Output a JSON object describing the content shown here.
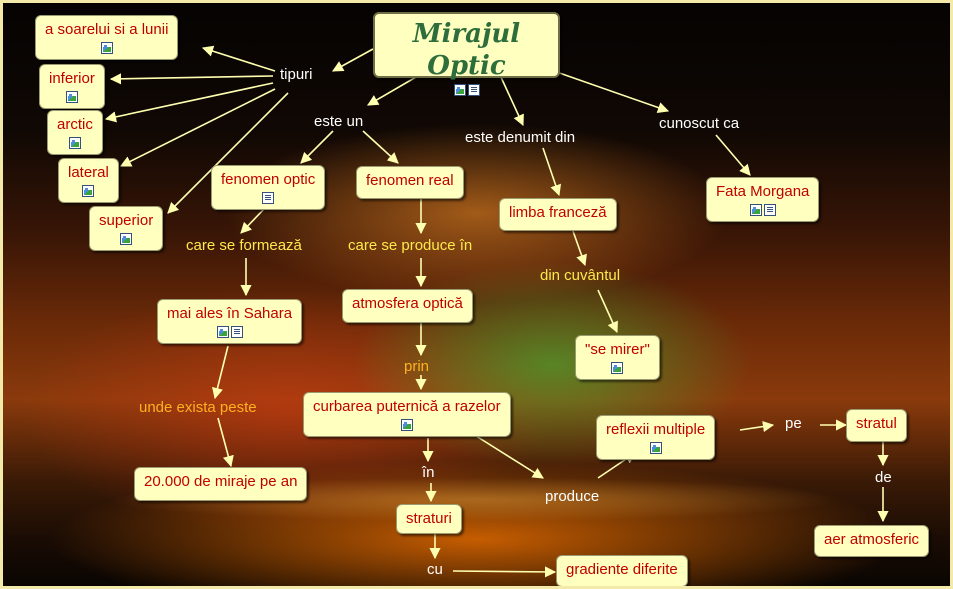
{
  "title": "Mirajul Optic",
  "concepts": {
    "soare_luna": "a soarelui si a lunii",
    "inferior": "inferior",
    "arctic": "arctic",
    "lateral": "lateral",
    "superior": "superior",
    "fenomen_optic": "fenomen optic",
    "fenomen_real": "fenomen real",
    "limba_franceza": "limba franceză",
    "fata_morgana": "Fata Morgana",
    "sahara": "mai ales în Sahara",
    "atmosfera": "atmosfera optică",
    "se_mirer": "\"se mirer\"",
    "curbarea": "curbarea puternică a razelor",
    "reflexii": "reflexii multiple",
    "stratul": "stratul",
    "miraje": "20.000 de miraje pe an",
    "straturi": "straturi",
    "gradiente": "gradiente diferite",
    "aer": "aer atmosferic"
  },
  "links": {
    "tipuri": "tipuri",
    "este_un": "este un",
    "este_denumit_din": "este denumit din",
    "cunoscut_ca": "cunoscut ca",
    "care_se_formeaza": "care se formează",
    "care_se_produce_in": "care se produce în",
    "din_cuvantul": "din cuvântul",
    "prin": "prin",
    "unde_exista_peste": "unde exista peste",
    "pe": "pe",
    "de": "de",
    "in": "în",
    "produce": "produce",
    "cu": "cu"
  },
  "icons": {
    "image": "image-resource-icon",
    "document": "document-resource-icon"
  },
  "colors": {
    "node_fill": "#ffffc0",
    "node_text": "#c00000",
    "title_text": "#2e6e3c",
    "link_white": "#ffffff",
    "link_yellow": "#ffe94a",
    "link_orange": "#ffb020",
    "arrow": "#ffffb0",
    "frame": "#f3e9a8"
  }
}
